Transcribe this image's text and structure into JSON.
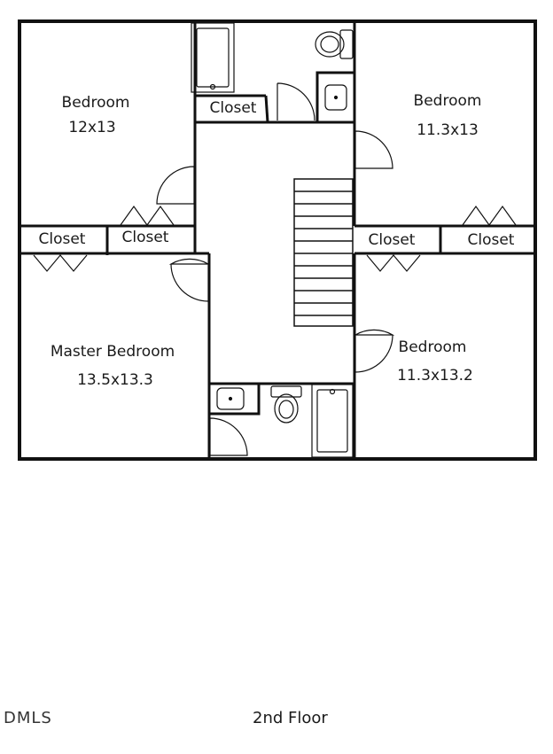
{
  "rooms": {
    "bedroom_nw": {
      "name": "Bedroom",
      "size": "12x13"
    },
    "bedroom_ne": {
      "name": "Bedroom",
      "size": "11.3x13"
    },
    "master": {
      "name": "Master Bedroom",
      "size": "13.5x13.3"
    },
    "bedroom_se": {
      "name": "Bedroom",
      "size": "11.3x13.2"
    }
  },
  "closets": {
    "hall": "Closet",
    "west_a": "Closet",
    "west_b": "Closet",
    "east_a": "Closet",
    "east_b": "Closet"
  },
  "footer": {
    "logo": "DMLS",
    "floor": "2nd Floor"
  },
  "colors": {
    "wall": "#111111",
    "background": "#ffffff"
  }
}
